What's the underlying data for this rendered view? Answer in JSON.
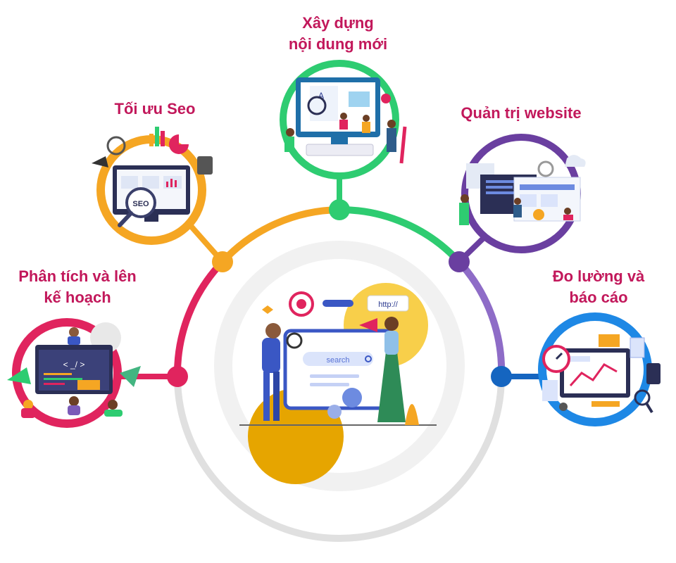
{
  "diagram": {
    "colors": {
      "label": "#c2185b",
      "plan": "#e0245e",
      "seo": "#f5a623",
      "content": "#2ecc71",
      "admin": "#6a3fa0",
      "report": "#1565c0",
      "center_ring": "#d9d9d9"
    },
    "stages": [
      {
        "id": "plan",
        "lines": [
          "Phân tích và lên",
          "kế hoạch"
        ],
        "icon": "code-laptop-illustration"
      },
      {
        "id": "seo",
        "lines": [
          "Tối ưu Seo"
        ],
        "icon": "seo-monitor-illustration"
      },
      {
        "id": "content",
        "lines": [
          "Xây dựng",
          "nội dung mới"
        ],
        "icon": "content-creation-illustration"
      },
      {
        "id": "admin",
        "lines": [
          "Quản trị website"
        ],
        "icon": "website-admin-illustration"
      },
      {
        "id": "report",
        "lines": [
          "Đo lường và",
          "báo cáo"
        ],
        "icon": "analytics-dashboard-illustration"
      }
    ],
    "center": {
      "search_text": "search",
      "url_text": "http://",
      "icon": "marketing-search-illustration"
    },
    "seo_badge": "SEO",
    "code_tag": "< _/ >"
  }
}
